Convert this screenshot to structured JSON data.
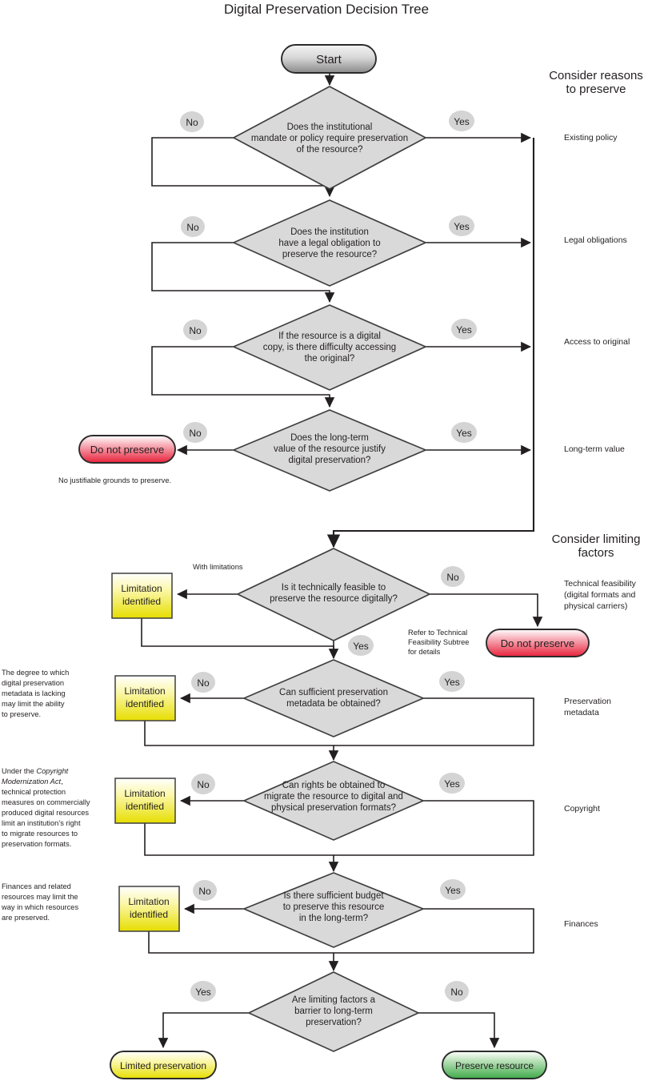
{
  "title": "Digital Preservation Decision Tree",
  "sections": [
    {
      "name": "reasons",
      "line1": "Consider reasons",
      "line2": "to preserve"
    },
    {
      "name": "limiting",
      "line1": "Consider limiting",
      "line2": "factors"
    }
  ],
  "nodes": {
    "start": {
      "label": "Start"
    },
    "d1": {
      "lines": [
        "Does the institutional",
        "mandate or policy require preservation",
        "of the resource?"
      ],
      "yes": "Yes",
      "no": "No",
      "right_label": [
        "Existing policy"
      ]
    },
    "d2": {
      "lines": [
        "Does the institution",
        "have a legal obligation to",
        "preserve the resource?"
      ],
      "yes": "Yes",
      "no": "No",
      "right_label": [
        "Legal obligations"
      ]
    },
    "d3": {
      "lines": [
        "If the resource is a digital",
        "copy, is there difficulty accessing",
        "the original?"
      ],
      "yes": "Yes",
      "no": "No",
      "right_label": [
        "Access to original"
      ]
    },
    "d4": {
      "lines": [
        "Does the long-term",
        "value of the resource justify",
        "digital preservation?"
      ],
      "yes": "Yes",
      "no": "No",
      "right_label": [
        "Long-term value"
      ]
    },
    "d5": {
      "lines": [
        "Is it technically feasible to",
        "preserve the resource digitally?"
      ],
      "yes": "Yes",
      "no": "No",
      "with_limitations": "With limitations",
      "right_label": [
        "Technical feasibility",
        "(digital formats and",
        "physical carriers)"
      ],
      "subtree_note": [
        "Refer to  Technical",
        "Feasibility Subtree",
        "for details"
      ]
    },
    "d6": {
      "lines": [
        "Can sufficient preservation",
        "metadata be obtained?"
      ],
      "yes": "Yes",
      "no": "No",
      "right_label": [
        "Preservation",
        "metadata"
      ]
    },
    "d7": {
      "lines": [
        "Can rights be obtained to",
        "migrate the resource to digital and",
        "physical preservation formats?"
      ],
      "yes": "Yes",
      "no": "No",
      "right_label": [
        "Copyright"
      ]
    },
    "d8": {
      "lines": [
        "Is there sufficient budget",
        "to preserve this resource",
        "in the long-term?"
      ],
      "yes": "Yes",
      "no": "No",
      "right_label": [
        "Finances"
      ]
    },
    "d9": {
      "lines": [
        "Are limiting factors a",
        "barrier to long-term",
        "preservation?"
      ],
      "yes": "Yes",
      "no": "No"
    },
    "donot1": {
      "lines": [
        "Do not preserve"
      ],
      "caption": "No justifiable grounds to preserve."
    },
    "donot2": {
      "lines": [
        "Do not preserve"
      ]
    },
    "lim1": {
      "lines": [
        "Limitation",
        "identified"
      ]
    },
    "lim2": {
      "lines": [
        "Limitation",
        "identified"
      ],
      "note": [
        "The degree to which",
        "digital preservation",
        "metadata is lacking",
        "may limit the ability",
        "to preserve."
      ]
    },
    "lim3": {
      "lines": [
        "Limitation",
        "identified"
      ],
      "note_pre": "Under the ",
      "note_italic": "Copyright",
      "note_italic2": "Modernization Act",
      "note": [
        ", ",
        "technical protection",
        "measures on commercially",
        "produced digital resources",
        "limit an institution’s right",
        "to migrate resources to",
        "preservation formats."
      ]
    },
    "lim4": {
      "lines": [
        "Limitation",
        "identified"
      ],
      "note": [
        "Finances and related",
        "resources may limit the",
        "way in which resources",
        "are preserved."
      ]
    },
    "limited": {
      "lines": [
        "Limited preservation"
      ]
    },
    "preserve": {
      "lines": [
        "Preserve resource"
      ]
    }
  },
  "colors": {
    "diamond_fill": "#d9d9d9",
    "diamond_stroke": "#3f3f3f",
    "start_top": "#f1f1f1",
    "start_bottom": "#8e8e8e",
    "red_top": "#ffffff",
    "red_bottom": "#e8223b",
    "yellow_top": "#ffffff",
    "yellow_bottom": "#e8e000",
    "green_top": "#ffffff",
    "green_bottom": "#3faa4a",
    "yn_badge": "#d4d4d4",
    "edge": "#231f20"
  }
}
